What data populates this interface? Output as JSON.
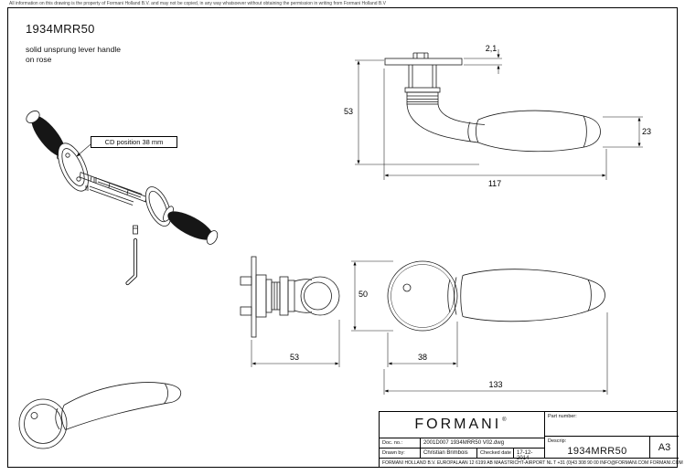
{
  "sheet": {
    "copyright": "All information on this drawing is the property of Formani Holland B.V. and may not be copied, in any way whatsoever without obtaining the permission in writing from Formani Holland B.V",
    "title": "1934MRR50",
    "subtitle": "solid unsprung lever handle\non rose"
  },
  "labels": {
    "cd_position": "CD position 38 mm"
  },
  "dimensions": {
    "side_height": "53",
    "rose_thickness": "2,1",
    "handle_length": "117",
    "grip_diameter": "23",
    "back_depth": "53",
    "rose_diameter": "50",
    "rose_width": "38",
    "overall_length": "133"
  },
  "title_block": {
    "logo": "FORMANI",
    "logo_reg": "®",
    "doc_label": "Doc. no.:",
    "doc_value": "2001D007 1934MRR50 V02.dwg",
    "drawn_label": "Drawn by:",
    "drawn_value": "Christian Brimbois",
    "checked_label": "Checked date",
    "checked_value": "17-12-2014",
    "part_label": "Part number:",
    "part_value": "1934MRR50",
    "description_label": "Descrip:",
    "sheet_size": "A3",
    "footer": "FORMANI HOLLAND B.V.   EUROPALAAN 12  6199 AB MAASTRICHT-AIRPORT NL   T +31 (0)43 308 90 00   INFO@FORMANI.COM   FORMANI.COM"
  }
}
